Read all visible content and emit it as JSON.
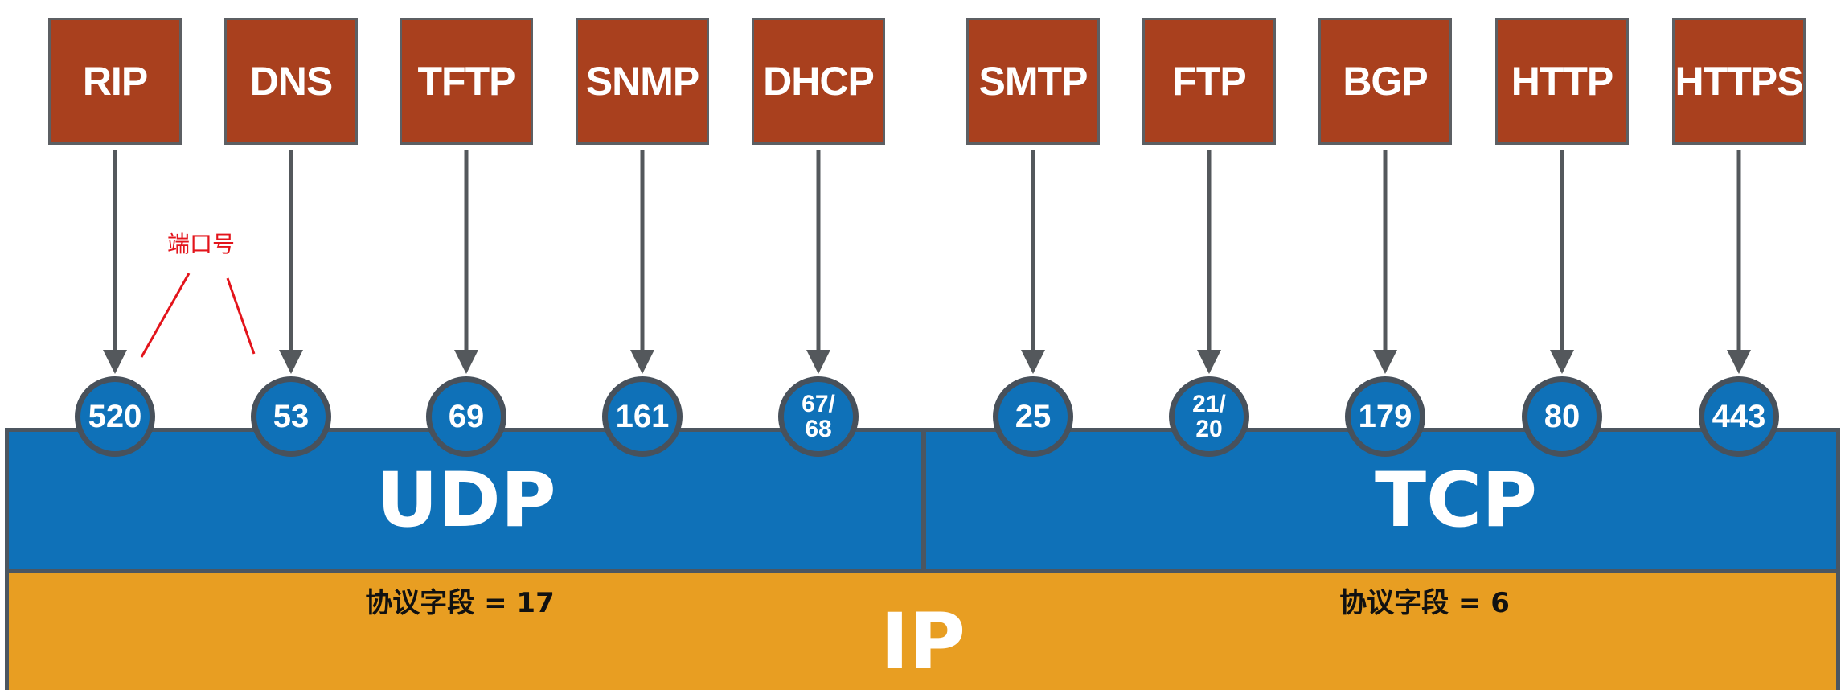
{
  "application_protocols": [
    "RIP",
    "DNS",
    "TFTP",
    "SNMP",
    "DHCP",
    "SMTP",
    "FTP",
    "BGP",
    "HTTP",
    "HTTPS"
  ],
  "ports": [
    [
      "520"
    ],
    [
      "53"
    ],
    [
      "69"
    ],
    [
      "161"
    ],
    [
      "67/",
      "68"
    ],
    [
      "25"
    ],
    [
      "21/",
      "20"
    ],
    [
      "179"
    ],
    [
      "80"
    ],
    [
      "443"
    ]
  ],
  "annotation": "端口号",
  "transport": {
    "udp": "UDP",
    "tcp": "TCP"
  },
  "network": {
    "ip": "IP",
    "udp_protocol_field": "协议字段 = 17",
    "tcp_protocol_field": "协议字段 = 6"
  },
  "colors": {
    "protocol_box": "#a9401e",
    "port_circle": "#0f71b8",
    "transport_layer": "#0f71b8",
    "ip_layer": "#e89e22",
    "annotation": "#e3141b",
    "arrow": "#54585c"
  }
}
